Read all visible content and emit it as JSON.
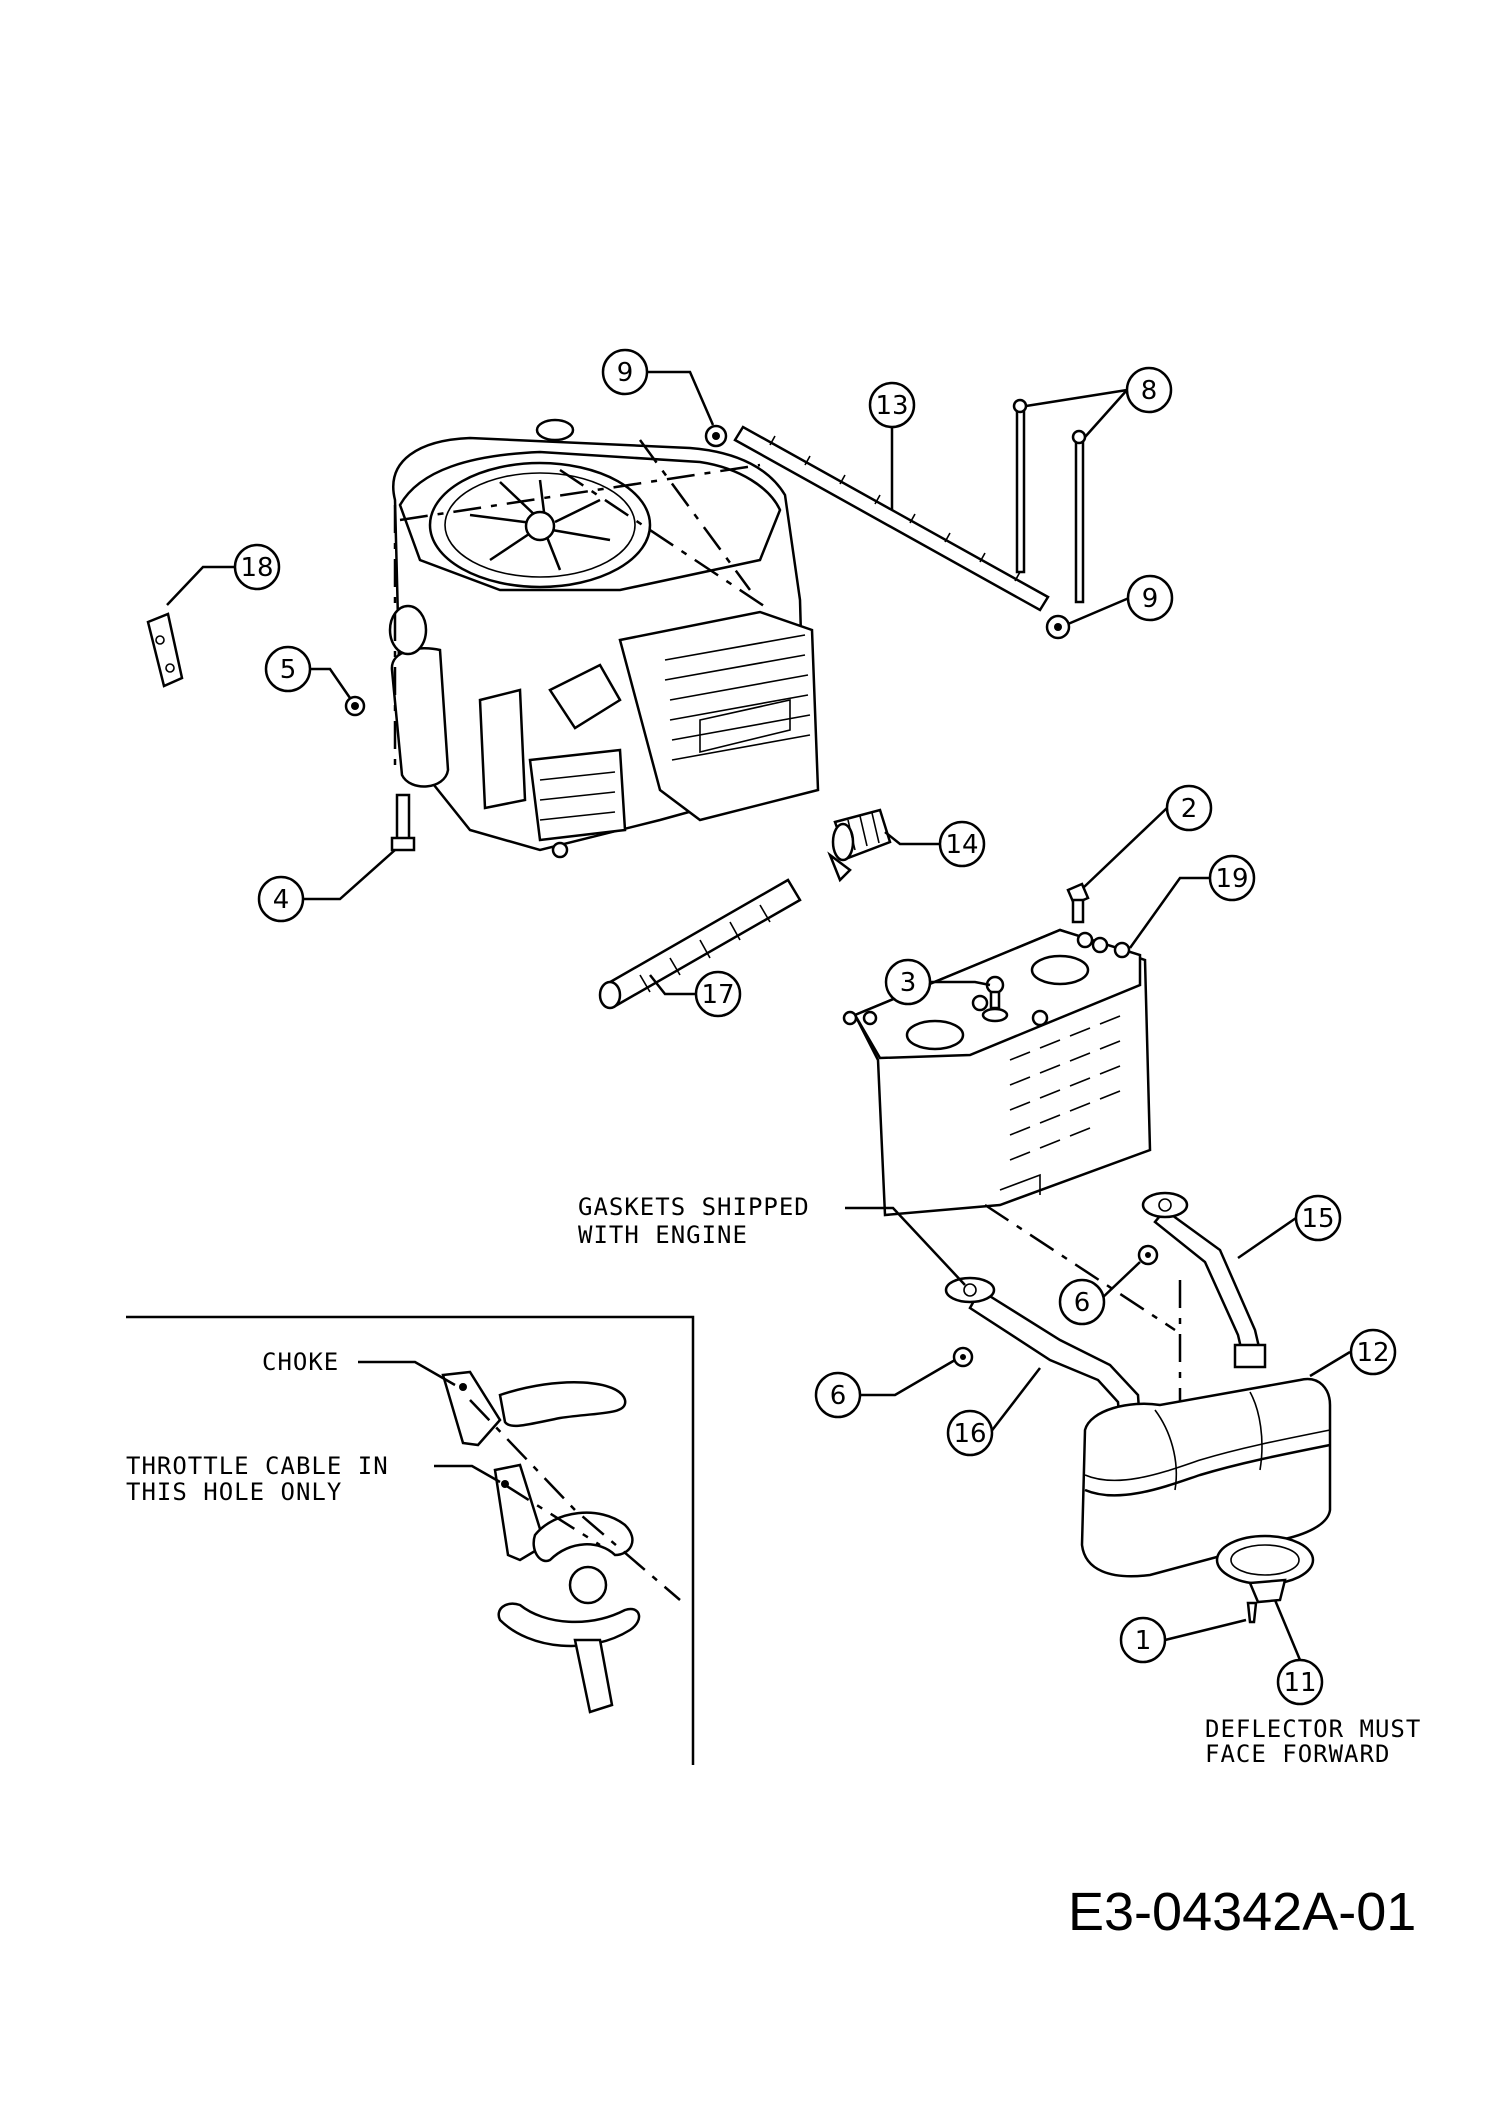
{
  "callouts": {
    "c1": "1",
    "c2": "2",
    "c3": "3",
    "c4": "4",
    "c5": "5",
    "c6a": "6",
    "c6b": "6",
    "c8": "8",
    "c9a": "9",
    "c9b": "9",
    "c11": "11",
    "c12": "12",
    "c13": "13",
    "c14": "14",
    "c15": "15",
    "c16": "16",
    "c17": "17",
    "c18": "18",
    "c19": "19"
  },
  "notes": {
    "gaskets_line1": "GASKETS SHIPPED",
    "gaskets_line2": "WITH ENGINE",
    "choke": "CHOKE",
    "throttle_line1": "THROTTLE CABLE IN",
    "throttle_line2": "THIS HOLE ONLY",
    "deflector_line1": "DEFLECTOR MUST",
    "deflector_line2": "FACE FORWARD"
  },
  "drawing_number": "E3-04342A-01"
}
